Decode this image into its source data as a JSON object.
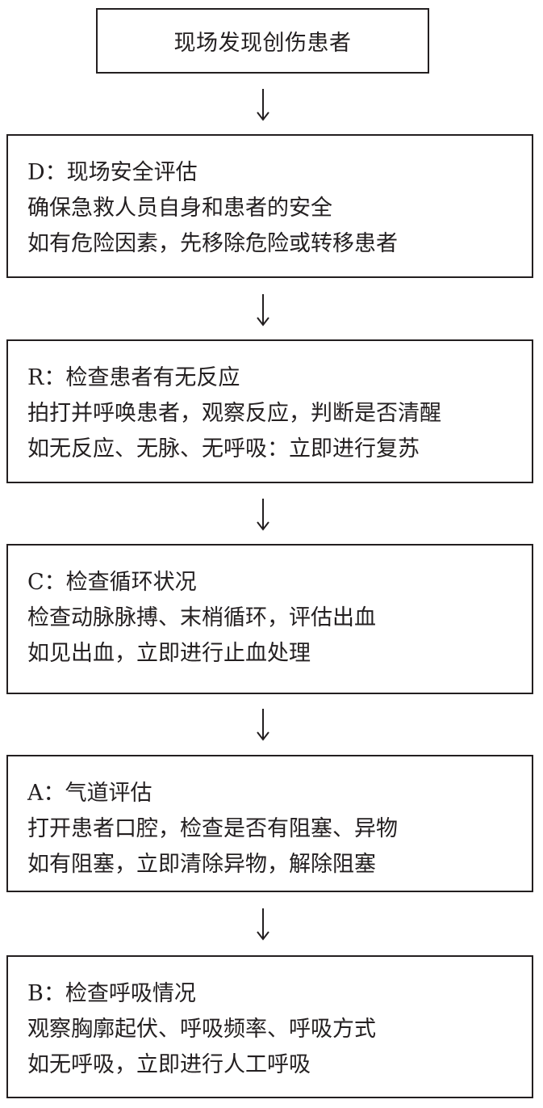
{
  "start": {
    "label": "现场发现创伤患者"
  },
  "steps": [
    {
      "title": "D：现场安全评估",
      "lines": [
        "确保急救人员自身和患者的安全",
        "如有危险因素，先移除危险或转移患者"
      ]
    },
    {
      "title": "R：检查患者有无反应",
      "lines": [
        "拍打并呼唤患者，观察反应，判断是否清醒",
        "如无反应、无脉、无呼吸：立即进行复苏"
      ]
    },
    {
      "title": "C：检查循环状况",
      "lines": [
        "检查动脉脉搏、末梢循环，评估出血",
        "如见出血，立即进行止血处理"
      ]
    },
    {
      "title": "A：气道评估",
      "lines": [
        "打开患者口腔，检查是否有阻塞、异物",
        "如有阻塞，立即清除异物，解除阻塞"
      ]
    },
    {
      "title": "B：检查呼吸情况",
      "lines": [
        "观察胸廓起伏、呼吸频率、呼吸方式",
        "如无呼吸，立即进行人工呼吸"
      ]
    }
  ],
  "colors": {
    "stroke": "#231f20",
    "background": "#ffffff"
  }
}
